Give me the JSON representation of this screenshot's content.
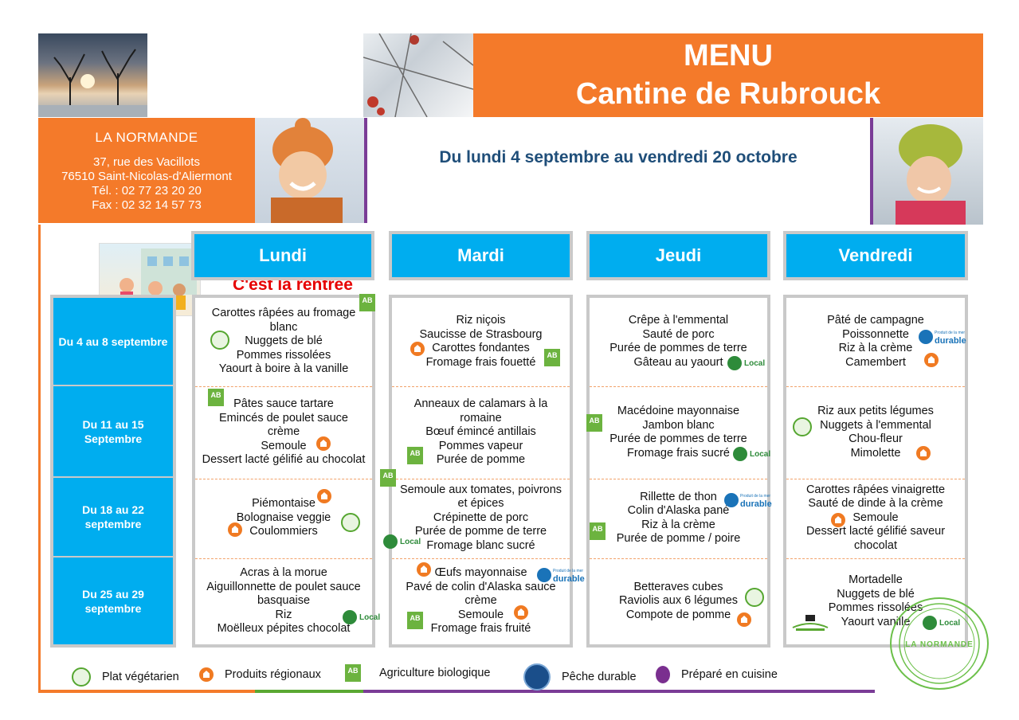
{
  "header": {
    "title_line1": "MENU",
    "title_line2": "Cantine de Rubrouck",
    "period": "Du lundi 4 septembre au vendredi 20 octobre"
  },
  "supplier": {
    "name": "LA NORMANDE",
    "address1": "37, rue des Vacillots",
    "address2": "76510 Saint-Nicolas-d'Aliermont",
    "phone": "Tél. : 02 77 23 20 20",
    "fax": "Fax : 02 32 14 57 73"
  },
  "banner": "C'est la rentrée",
  "days": [
    "Lundi",
    "Mardi",
    "Jeudi",
    "Vendredi"
  ],
  "weeks": [
    {
      "label": "Du 4 au 8 septembre",
      "meals": [
        [
          "Carottes râpées au fromage",
          "blanc",
          "Nuggets de blé",
          "Pommes rissolées",
          "Yaourt à boire à la vanille"
        ],
        [
          "Riz niçois",
          "Saucisse de Strasbourg",
          "Carottes fondantes",
          "Fromage frais fouetté"
        ],
        [
          "Crêpe à l'emmental",
          "Sauté de porc",
          "Purée de pommes de terre",
          "Gâteau au yaourt"
        ],
        [
          "Pâté de campagne",
          "Poissonnette",
          "Riz à la crème",
          "Camembert"
        ]
      ]
    },
    {
      "label": "Du 11 au 15 Septembre",
      "meals": [
        [
          "Pâtes sauce tartare",
          "Emincés de poulet sauce",
          "crème",
          "Semoule",
          "Dessert lacté gélifié au chocolat"
        ],
        [
          "Anneaux de calamars à la",
          "romaine",
          "Bœuf émincé antillais",
          "Pommes vapeur",
          "Purée de pomme"
        ],
        [
          "Macédoine mayonnaise",
          "Jambon blanc",
          "Purée de pommes de terre",
          "Fromage frais sucré"
        ],
        [
          "Riz aux petits légumes",
          "Nuggets à l'emmental",
          "Chou-fleur",
          "Mimolette"
        ]
      ]
    },
    {
      "label": "Du 18 au 22 septembre",
      "meals": [
        [
          "Piémontaise",
          "Bolognaise veggie",
          "Coulommiers"
        ],
        [
          "Semoule aux tomates, poivrons",
          "et épices",
          "Crépinette de porc",
          "Purée de pomme de terre",
          "Fromage blanc sucré"
        ],
        [
          "Rillette de thon",
          "Colin d'Alaska pané",
          "Riz à la crème",
          "Purée de pomme / poire"
        ],
        [
          "Carottes râpées vinaigrette",
          "Sauté de dinde à la crème",
          "Semoule",
          "Dessert lacté gélifié saveur",
          "chocolat"
        ]
      ]
    },
    {
      "label": "Du 25 au 29 septembre",
      "meals": [
        [
          "Acras à la morue",
          "Aiguillonnette de poulet sauce",
          "basquaise",
          "Riz",
          "Moëlleux pépites chocolat"
        ],
        [
          "Œufs mayonnaise",
          "Pavé de colin d'Alaska sauce",
          "crème",
          "Semoule",
          "Fromage frais fruité"
        ],
        [
          "Betteraves cubes",
          "Raviolis aux 6 légumes",
          "Compote de pomme"
        ],
        [
          "Mortadelle",
          "Nuggets de blé",
          "Pommes rissolées",
          "Yaourt vanille"
        ]
      ]
    }
  ],
  "badges": {
    "local": "Local",
    "durable_small": "Produit de la mer",
    "durable": "durable",
    "bio": "AB"
  },
  "legend": {
    "vegetarian": "Plat végétarien",
    "regional": "Produits régionaux",
    "organic": "Agriculture biologique",
    "fishing": "Pêche durable",
    "kitchen": "Préparé en cuisine"
  },
  "stamp": "LA NORMANDE",
  "colors": {
    "orange": "#f47a2a",
    "blue": "#00adef",
    "purple": "#7a3c96",
    "green": "#5aa832",
    "navy": "#1f4e79",
    "red": "#e60000"
  }
}
